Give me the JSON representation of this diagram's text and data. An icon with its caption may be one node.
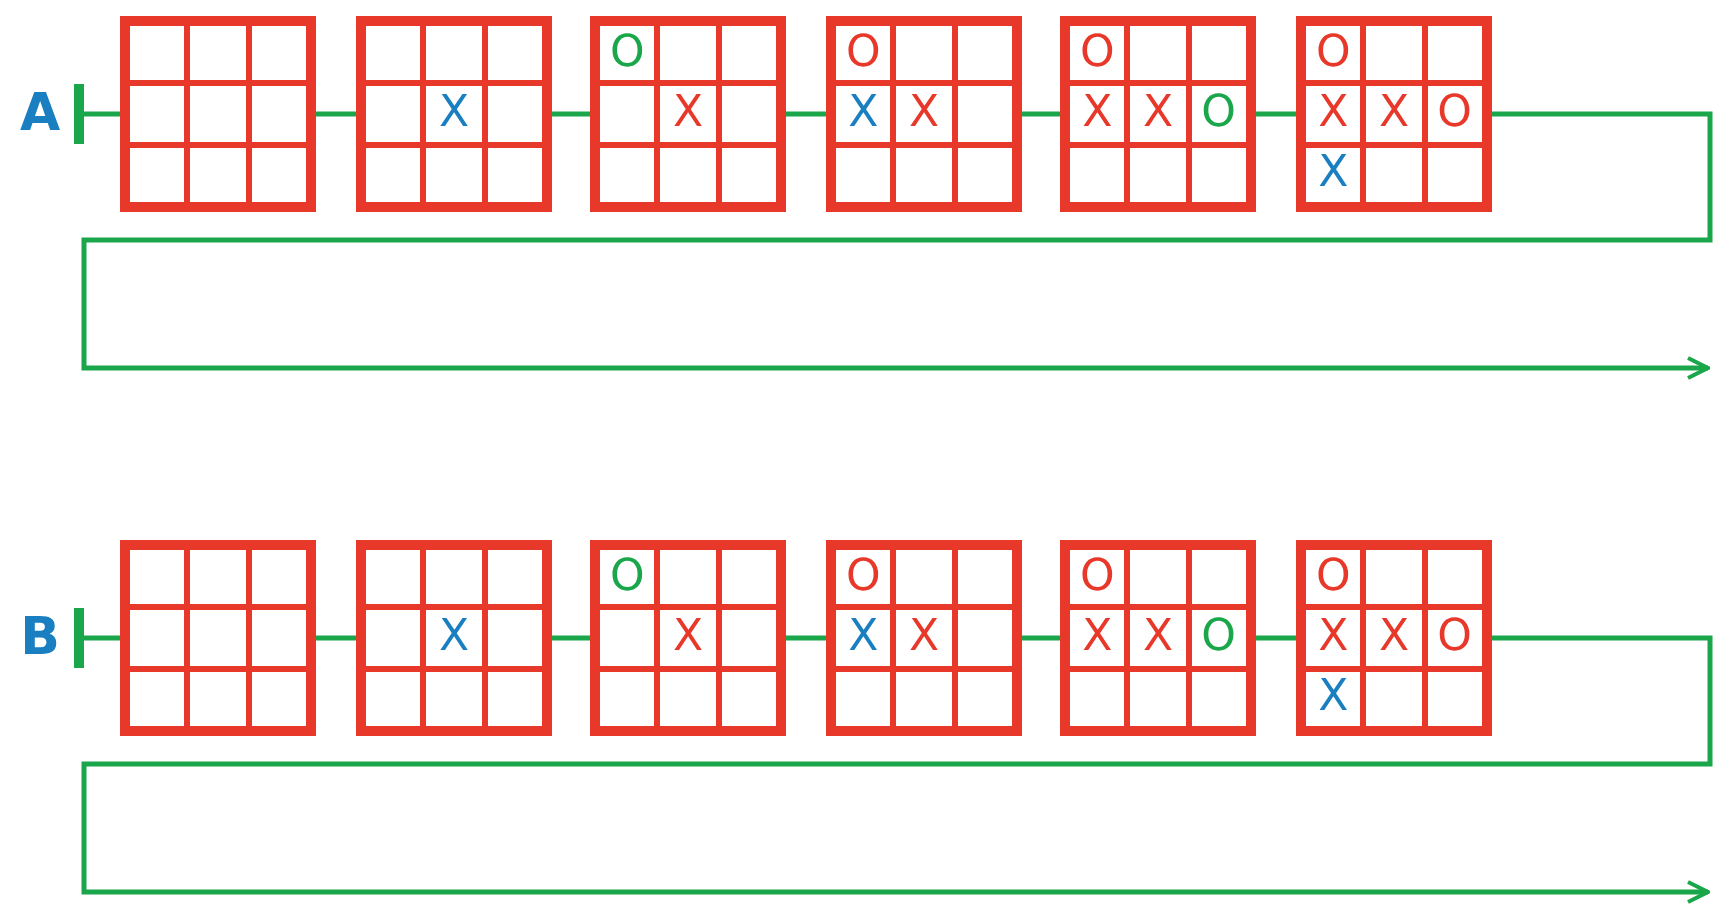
{
  "diagram": {
    "nodes": [
      {
        "text": [
          "A"
        ]
      },
      {
        "text": [],
        "shape": "box"
      },
      {
        "text": [],
        "shape": "box",
        "in": 1
      },
      {
        "text": [],
        "shape": "box",
        "in": 1
      },
      {
        "text": [],
        "shape": "box",
        "in": 1
      },
      {
        "text": [],
        "shape": "box",
        "in": 1
      },
      {
        "text": [],
        "shape": "box",
        "in": 1
      },
      {
        "text": [],
        "shape": "box",
        "in": 1
      },
      {
        "text": [],
        "shape": "box",
        "in": 1
      },
      {
        "text": [],
        "shape": "box",
        "in": 1
      },
      {
        "text": [],
        "shape": "box",
        "in": 1
      },
      {
        "text": [],
        "shape": "box"
      },
      {
        "text": [],
        "shape": "box",
        "in": 11
      },
      {
        "text": [],
        "shape": "box",
        "in": 11
      },
      {
        "text": [],
        "shape": "box",
        "in": 11
      },
      {
        "text": [],
        "shape": "box",
        "in": 11
      },
      {
        "text": [
          "X"
        ],
        "in": 11
      },
      {
        "text": [],
        "shape": "box",
        "in": 11
      },
      {
        "text": [],
        "shape": "box",
        "in": 11
      },
      {
        "text": [],
        "shape": "box",
        "in": 11
      },
      {
        "text": [],
        "shape": "box",
        "in": 11
      },
      {
        "text": [],
        "shape": "box"
      },
      {
        "text": [
          "O"
        ],
        "in": 21
      },
      {
        "text": [],
        "shape": "box",
        "in": 21
      },
      {
        "text": [],
        "shape": "box",
        "in": 21
      },
      {
        "text": [],
        "shape": "box",
        "in": 21
      },
      {
        "text": [
          "X"
        ],
        "in": 21
      },
      {
        "text": [],
        "shape": "box",
        "in": 21
      },
      {
        "text": [],
        "shape": "box",
        "in": 21
      },
      {
        "text": [],
        "shape": "box",
        "in": 21
      },
      {
        "text": [],
        "shape": "box",
        "in": 21
      },
      {
        "text": [],
        "shape": "box"
      },
      {
        "text": [
          "O"
        ],
        "in": 31
      },
      {
        "text": [],
        "shape": "box",
        "in": 31
      },
      {
        "text": [],
        "shape": "box",
        "in": 31
      },
      {
        "text": [
          "X"
        ],
        "in": 31
      },
      {
        "text": [
          "X"
        ],
        "in": 31
      },
      {
        "text": [],
        "shape": "box",
        "in": 31
      },
      {
        "text": [],
        "shape": "box",
        "in": 31
      },
      {
        "text": [],
        "shape": "box",
        "in": 31
      },
      {
        "text": [],
        "shape": "box",
        "in": 31
      },
      {
        "text": [],
        "shape": "box"
      },
      {
        "text": [
          "O"
        ],
        "in": 41
      },
      {
        "text": [],
        "shape": "box",
        "in": 41
      },
      {
        "text": [],
        "shape": "box",
        "in": 41
      },
      {
        "text": [
          "X"
        ],
        "in": 41
      },
      {
        "text": [
          "X"
        ],
        "in": 41
      },
      {
        "text": [
          "O"
        ],
        "in": 41
      },
      {
        "text": [],
        "shape": "box",
        "in": 41
      },
      {
        "text": [],
        "shape": "box",
        "in": 41
      },
      {
        "text": [],
        "shape": "box",
        "in": 41
      },
      {
        "text": [],
        "shape": "box"
      },
      {
        "text": [
          "O"
        ],
        "in": 51
      },
      {
        "text": [],
        "shape": "box",
        "in": 51
      },
      {
        "text": [],
        "shape": "box",
        "in": 51
      },
      {
        "text": [
          "X"
        ],
        "in": 51
      },
      {
        "text": [
          "X"
        ],
        "in": 51
      },
      {
        "text": [
          "O"
        ],
        "in": 51
      },
      {
        "text": [
          "X"
        ],
        "in": 51
      },
      {
        "text": [],
        "shape": "box",
        "in": 51
      },
      {
        "text": [],
        "shape": "box",
        "in": 51
      },
      {
        "text": [
          "B"
        ]
      },
      {
        "text": [],
        "shape": "box"
      },
      {
        "text": [],
        "shape": "box",
        "in": 62
      },
      {
        "text": [],
        "shape": "box",
        "in": 62
      },
      {
        "text": [],
        "shape": "box",
        "in": 62
      },
      {
        "text": [],
        "shape": "box",
        "in": 62
      },
      {
        "text": [],
        "shape": "box",
        "in": 62
      },
      {
        "text": [],
        "shape": "box",
        "in": 62
      },
      {
        "text": [],
        "shape": "box",
        "in": 62
      },
      {
        "text": [],
        "shape": "box",
        "in": 62
      },
      {
        "text": [],
        "shape": "box",
        "in": 62
      },
      {
        "text": [],
        "shape": "box"
      },
      {
        "text": [],
        "shape": "box",
        "in": 72
      },
      {
        "text": [],
        "shape": "box",
        "in": 72
      },
      {
        "text": [],
        "shape": "box",
        "in": 72
      },
      {
        "text": [],
        "shape": "box",
        "in": 72
      },
      {
        "text": [
          "X"
        ],
        "in": 72
      },
      {
        "text": [],
        "shape": "box",
        "in": 72
      },
      {
        "text": [],
        "shape": "box",
        "in": 72
      },
      {
        "text": [],
        "shape": "box",
        "in": 72
      },
      {
        "text": [],
        "shape": "box",
        "in": 72
      },
      {
        "text": [],
        "shape": "box"
      },
      {
        "text": [
          "O"
        ],
        "in": 82
      },
      {
        "text": [],
        "shape": "box",
        "in": 82
      },
      {
        "text": [],
        "shape": "box",
        "in": 82
      },
      {
        "text": [],
        "shape": "box",
        "in": 82
      },
      {
        "text": [
          "X"
        ],
        "in": 82
      },
      {
        "text": [],
        "shape": "box",
        "in": 82
      },
      {
        "text": [],
        "shape": "box",
        "in": 82
      },
      {
        "text": [],
        "shape": "box",
        "in": 82
      },
      {
        "text": [],
        "shape": "box",
        "in": 82
      },
      {
        "text": [],
        "shape": "box"
      },
      {
        "text": [
          "O"
        ],
        "in": 92
      },
      {
        "text": [],
        "shape": "box",
        "in": 92
      },
      {
        "text": [],
        "shape": "box",
        "in": 92
      },
      {
        "text": [
          "X"
        ],
        "in": 92
      },
      {
        "text": [
          "X"
        ],
        "in": 92
      },
      {
        "text": [],
        "shape": "box",
        "in": 92
      },
      {
        "text": [],
        "shape": "box",
        "in": 92
      },
      {
        "text": [],
        "shape": "box",
        "in": 92
      },
      {
        "text": [],
        "shape": "box",
        "in": 92
      },
      {
        "text": [],
        "shape": "box"
      },
      {
        "text": [
          "O"
        ],
        "in": 102
      },
      {
        "text": [],
        "shape": "box",
        "in": 102
      },
      {
        "text": [],
        "shape": "box",
        "in": 102
      },
      {
        "text": [
          "X"
        ],
        "in": 102
      },
      {
        "text": [
          "X"
        ],
        "in": 102
      },
      {
        "text": [
          "O"
        ],
        "in": 102
      },
      {
        "text": [],
        "shape": "box",
        "in": 102
      },
      {
        "text": [],
        "shape": "box",
        "in": 102
      },
      {
        "text": [],
        "shape": "box",
        "in": 102
      },
      {
        "text": [],
        "shape": "box"
      },
      {
        "text": [
          "O"
        ],
        "in": 112
      },
      {
        "text": [],
        "shape": "box",
        "in": 112
      },
      {
        "text": [],
        "shape": "box",
        "in": 112
      },
      {
        "text": [
          "X"
        ],
        "in": 112
      },
      {
        "text": [
          "X"
        ],
        "in": 112
      },
      {
        "text": [
          "O"
        ],
        "in": 112
      },
      {
        "text": [
          "X"
        ],
        "in": 112
      },
      {
        "text": [],
        "shape": "box",
        "in": 112
      },
      {
        "text": [],
        "shape": "box",
        "in": 112
      }
    ],
    "edges": [
      {
        "from": 0,
        "to": 1,
        "arrow": "other"
      },
      {
        "from": 1,
        "to": 11,
        "arrow": "none"
      },
      {
        "from": 11,
        "to": 21,
        "arrow": "none"
      },
      {
        "from": 21,
        "to": 31,
        "arrow": "none"
      },
      {
        "from": 31,
        "to": 41,
        "arrow": "none"
      },
      {
        "from": 41,
        "to": 51,
        "arrow": "none"
      },
      {
        "from": 51,
        "to": null,
        "arrow": "to"
      },
      {
        "from": 61,
        "to": 62,
        "arrow": "other"
      },
      {
        "from": 62,
        "to": 72,
        "arrow": "none"
      },
      {
        "from": 72,
        "to": 82,
        "arrow": "none"
      },
      {
        "from": 82,
        "to": 92,
        "arrow": "none"
      },
      {
        "from": 92,
        "to": 102,
        "arrow": "none"
      },
      {
        "from": 102,
        "to": 112,
        "arrow": "none"
      },
      {
        "from": 112,
        "to": null,
        "arrow": "to"
      }
    ]
  }
}
